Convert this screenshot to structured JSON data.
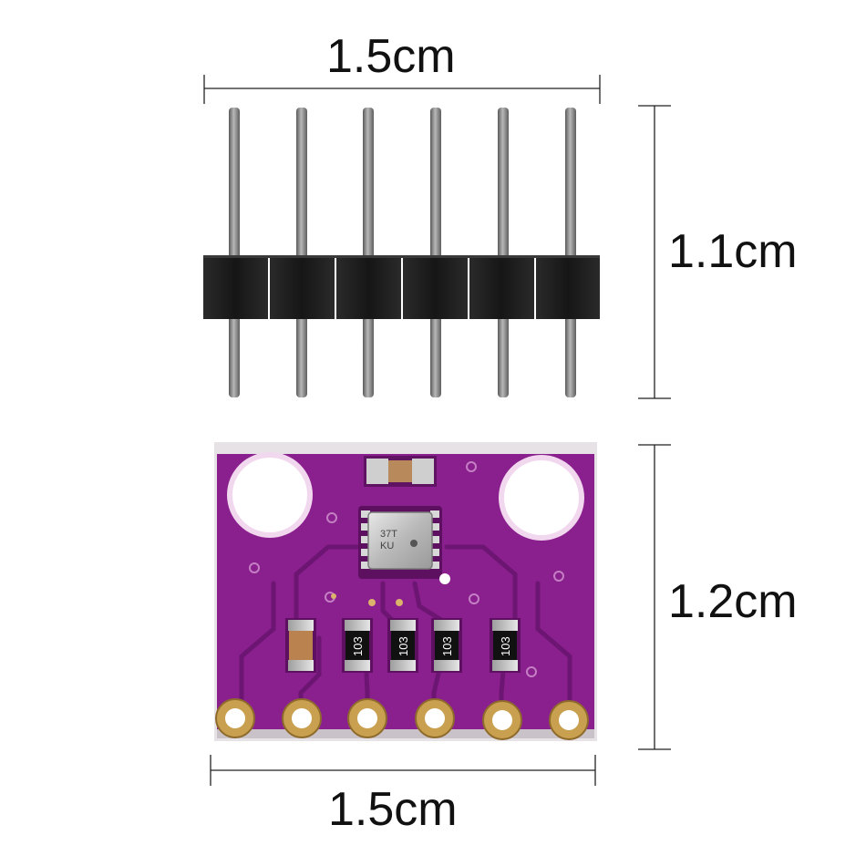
{
  "dimensions": {
    "header_width": "1.5cm",
    "header_height": "1.1cm",
    "board_height": "1.2cm",
    "board_width": "1.5cm"
  },
  "chip_markings": {
    "sensor": "37T\nKU",
    "resistor": "103"
  },
  "colors": {
    "pcb": "#8a1f8e",
    "pcb_dark": "#6d1572",
    "pad_gold": "#c9a050",
    "plastic": "#1b1b1b",
    "pin_metal": "#8c8c8c",
    "dim_line": "#222222"
  }
}
